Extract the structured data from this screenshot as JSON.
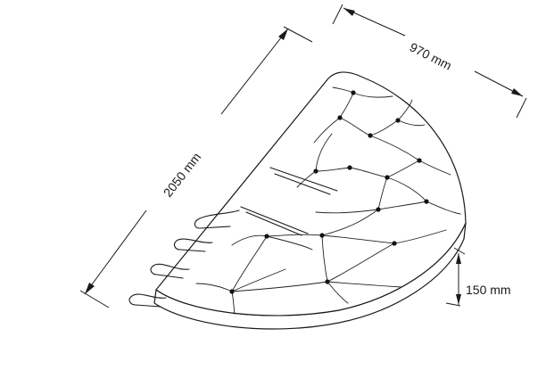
{
  "dimensions": {
    "width": {
      "label": "970 mm"
    },
    "length": {
      "label": "2050 mm"
    },
    "height": {
      "label": "150 mm"
    }
  }
}
